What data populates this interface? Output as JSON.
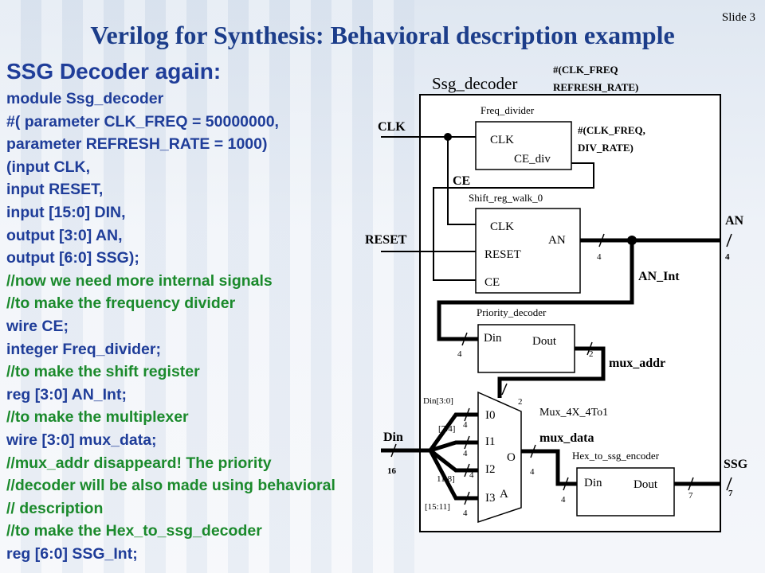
{
  "slide_number": "Slide 3",
  "title": "Verilog for Synthesis: Behavioral description example",
  "subtitle": "SSG Decoder again:",
  "code_lines": [
    {
      "text": "module Ssg_decoder",
      "color": "blue"
    },
    {
      "text": "#( parameter CLK_FREQ = 50000000,",
      "color": "blue"
    },
    {
      "text": "parameter REFRESH_RATE = 1000)",
      "color": "blue"
    },
    {
      "text": "(input CLK,",
      "color": "blue"
    },
    {
      "text": "input RESET,",
      "color": "blue"
    },
    {
      "text": "input [15:0] DIN,",
      "color": "blue"
    },
    {
      "text": "output [3:0] AN,",
      "color": "blue"
    },
    {
      "text": "output [6:0] SSG);",
      "color": "blue"
    },
    {
      "text": "//now we need more internal signals",
      "color": "green"
    },
    {
      "text": "//to make the frequency divider",
      "color": "green"
    },
    {
      "text": "wire CE;",
      "color": "blue"
    },
    {
      "text": "integer Freq_divider;",
      "color": "blue"
    },
    {
      "text": "//to make the shift register",
      "color": "green"
    },
    {
      "text": "reg [3:0] AN_Int;",
      "color": "blue"
    },
    {
      "text": "//to make the multiplexer",
      "color": "green"
    },
    {
      "text": "wire [3:0] mux_data;",
      "color": "blue"
    },
    {
      "text": "//mux_addr disappeard! The priority",
      "color": "green"
    },
    {
      "text": "//decoder will be also made using behavioral",
      "color": "green"
    },
    {
      "text": "// description",
      "color": "green"
    },
    {
      "text": "//to make the Hex_to_ssg_decoder",
      "color": "green"
    },
    {
      "text": "reg [6:0] SSG_Int;",
      "color": "blue"
    }
  ],
  "colors": {
    "title": "#1c3d8a",
    "code_blue": "#1f3d99",
    "code_green": "#1b8a2c"
  },
  "diagram": {
    "top_module": "Ssg_decoder",
    "top_params": [
      "#(CLK_FREQ",
      "REFRESH_RATE)"
    ],
    "ports": {
      "clk": "CLK",
      "reset": "RESET",
      "din": "Din",
      "din_width": "16",
      "an": "AN",
      "an_width": "4",
      "ssg": "SSG",
      "ssg_width": "7"
    },
    "freq_divider": {
      "name": "Freq_divider",
      "pin_clk": "CLK",
      "pin_ce": "CE_div",
      "params": [
        "#(CLK_FREQ,",
        "DIV_RATE)"
      ]
    },
    "ce_label": "CE",
    "shift_reg": {
      "name": "Shift_reg_walk_0",
      "pin_clk": "CLK",
      "pin_reset": "RESET",
      "pin_ce": "CE",
      "pin_an": "AN",
      "width": "4"
    },
    "an_int_label": "AN_Int",
    "priority_decoder": {
      "name": "Priority_decoder",
      "pin_din": "Din",
      "pin_dout": "Dout",
      "in_width": "4",
      "out_width": "2"
    },
    "mux_addr_label": "mux_addr",
    "mux": {
      "name": "Mux_4X_4To1",
      "pins": [
        "I0",
        "I1",
        "I2",
        "I3"
      ],
      "pin_out": "O",
      "pin_addr": "A",
      "addr_width": "2",
      "slices": [
        "Din[3:0]",
        "[7:4]",
        "11:8]",
        "[15:11]"
      ],
      "slice_widths": [
        "4",
        "4",
        "4",
        "4"
      ],
      "out_width": "4"
    },
    "mux_data_label": "mux_data",
    "hex_encoder": {
      "name": "Hex_to_ssg_encoder",
      "pin_din": "Din",
      "pin_dout": "Dout",
      "in_width": "4",
      "out_width": "7"
    }
  }
}
